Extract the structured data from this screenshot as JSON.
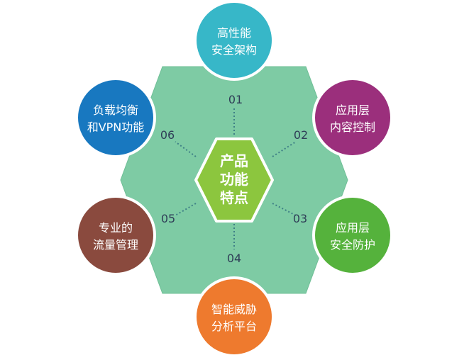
{
  "center": {
    "line1": "产品",
    "line2": "功能",
    "line3": "特点"
  },
  "features": [
    {
      "number": "01",
      "line1": "高性能",
      "line2": "安全架构",
      "color": "#37b7c8"
    },
    {
      "number": "02",
      "line1": "应用层",
      "line2": "内容控制",
      "color": "#9b2f7c"
    },
    {
      "number": "03",
      "line1": "应用层",
      "line2": "安全防护",
      "color": "#55b23c"
    },
    {
      "number": "04",
      "line1": "智能威胁",
      "line2": "分析平台",
      "color": "#ee7a2e"
    },
    {
      "number": "05",
      "line1": "专业的",
      "line2": "流量管理",
      "color": "#8a4a3e"
    },
    {
      "number": "06",
      "line1": "负载均衡",
      "line2": "和VPN功能",
      "color": "#1878c0"
    }
  ],
  "colors": {
    "hexagon": "#7ecba4",
    "hexagon_edge": "#6fbf96",
    "center_fill": "#8cc63e",
    "center_border": "#ffffff",
    "dots": "#3e7f86"
  }
}
